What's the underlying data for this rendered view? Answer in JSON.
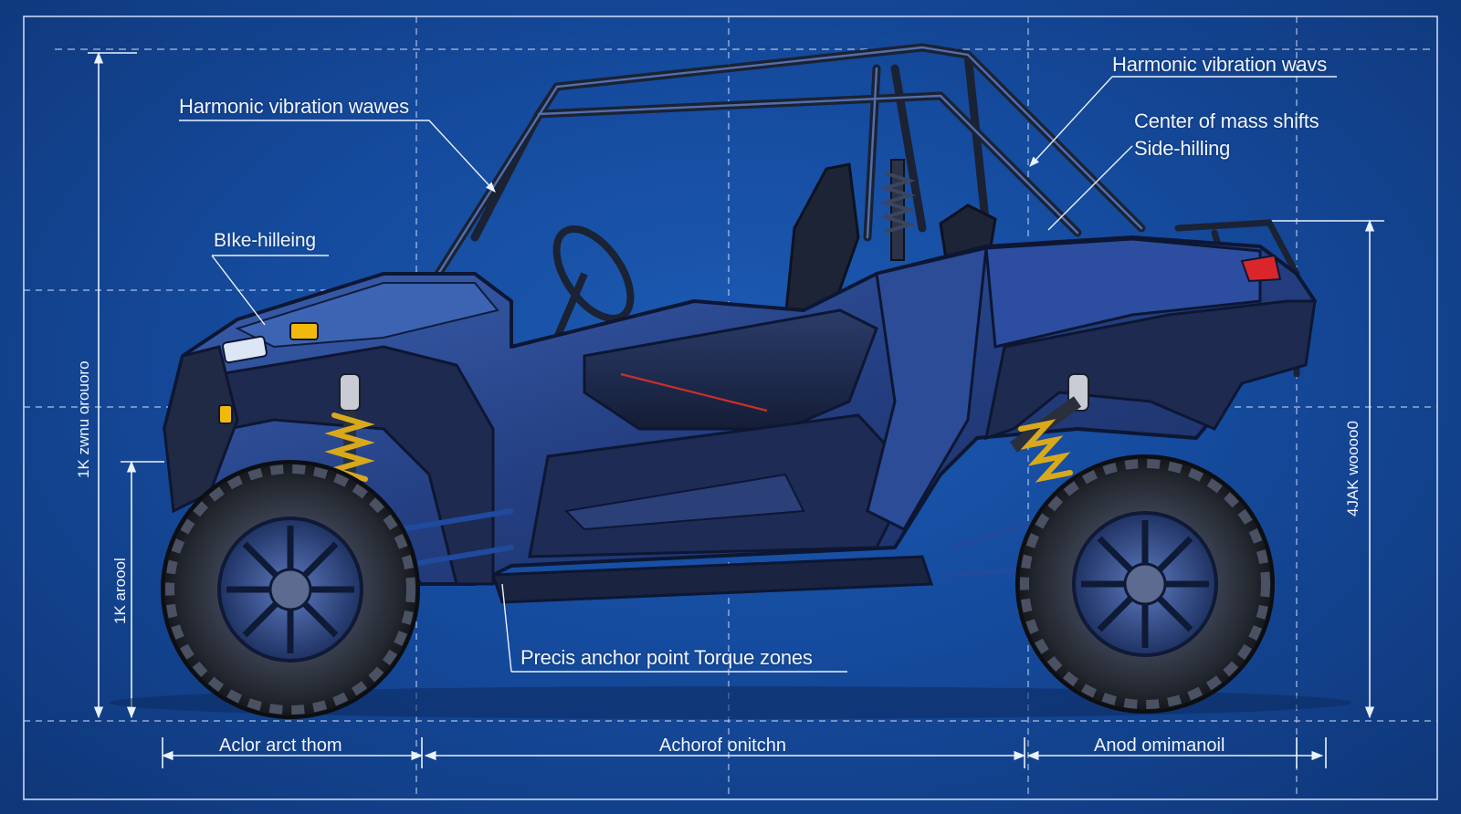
{
  "colors": {
    "background": "#154b9e",
    "blueprint_line": "#dbe8ff",
    "body_panel": "#1f3f86",
    "frame": "#1b2233",
    "tire": "#20242d",
    "shock_spring": "#d9a91c",
    "light_amber": "#f2b90d",
    "tail_light": "#d8262a"
  },
  "callouts": {
    "harmonic_left": "Harmonic vibration wawes",
    "bike_hilling": "BIke-hilleing",
    "harmonic_right": "Harmonic vibration wavs",
    "center_mass": "Center of mass shifts",
    "side_hilling": "Side-hilling",
    "anchor_torque": "Precis anchor point  Torque zones"
  },
  "dimensions": {
    "bottom_left": "Aclor arct thom",
    "bottom_center": "Achorof onitchn",
    "bottom_right": "Anod omimanoil",
    "left_outer_vertical": "1K zwnu orouoro",
    "left_inner_vertical": "1K aroool",
    "right_vertical": "4JAK woooo0"
  },
  "icons": [
    "utv-vehicle-illustration",
    "dimension-arrow-icon"
  ]
}
